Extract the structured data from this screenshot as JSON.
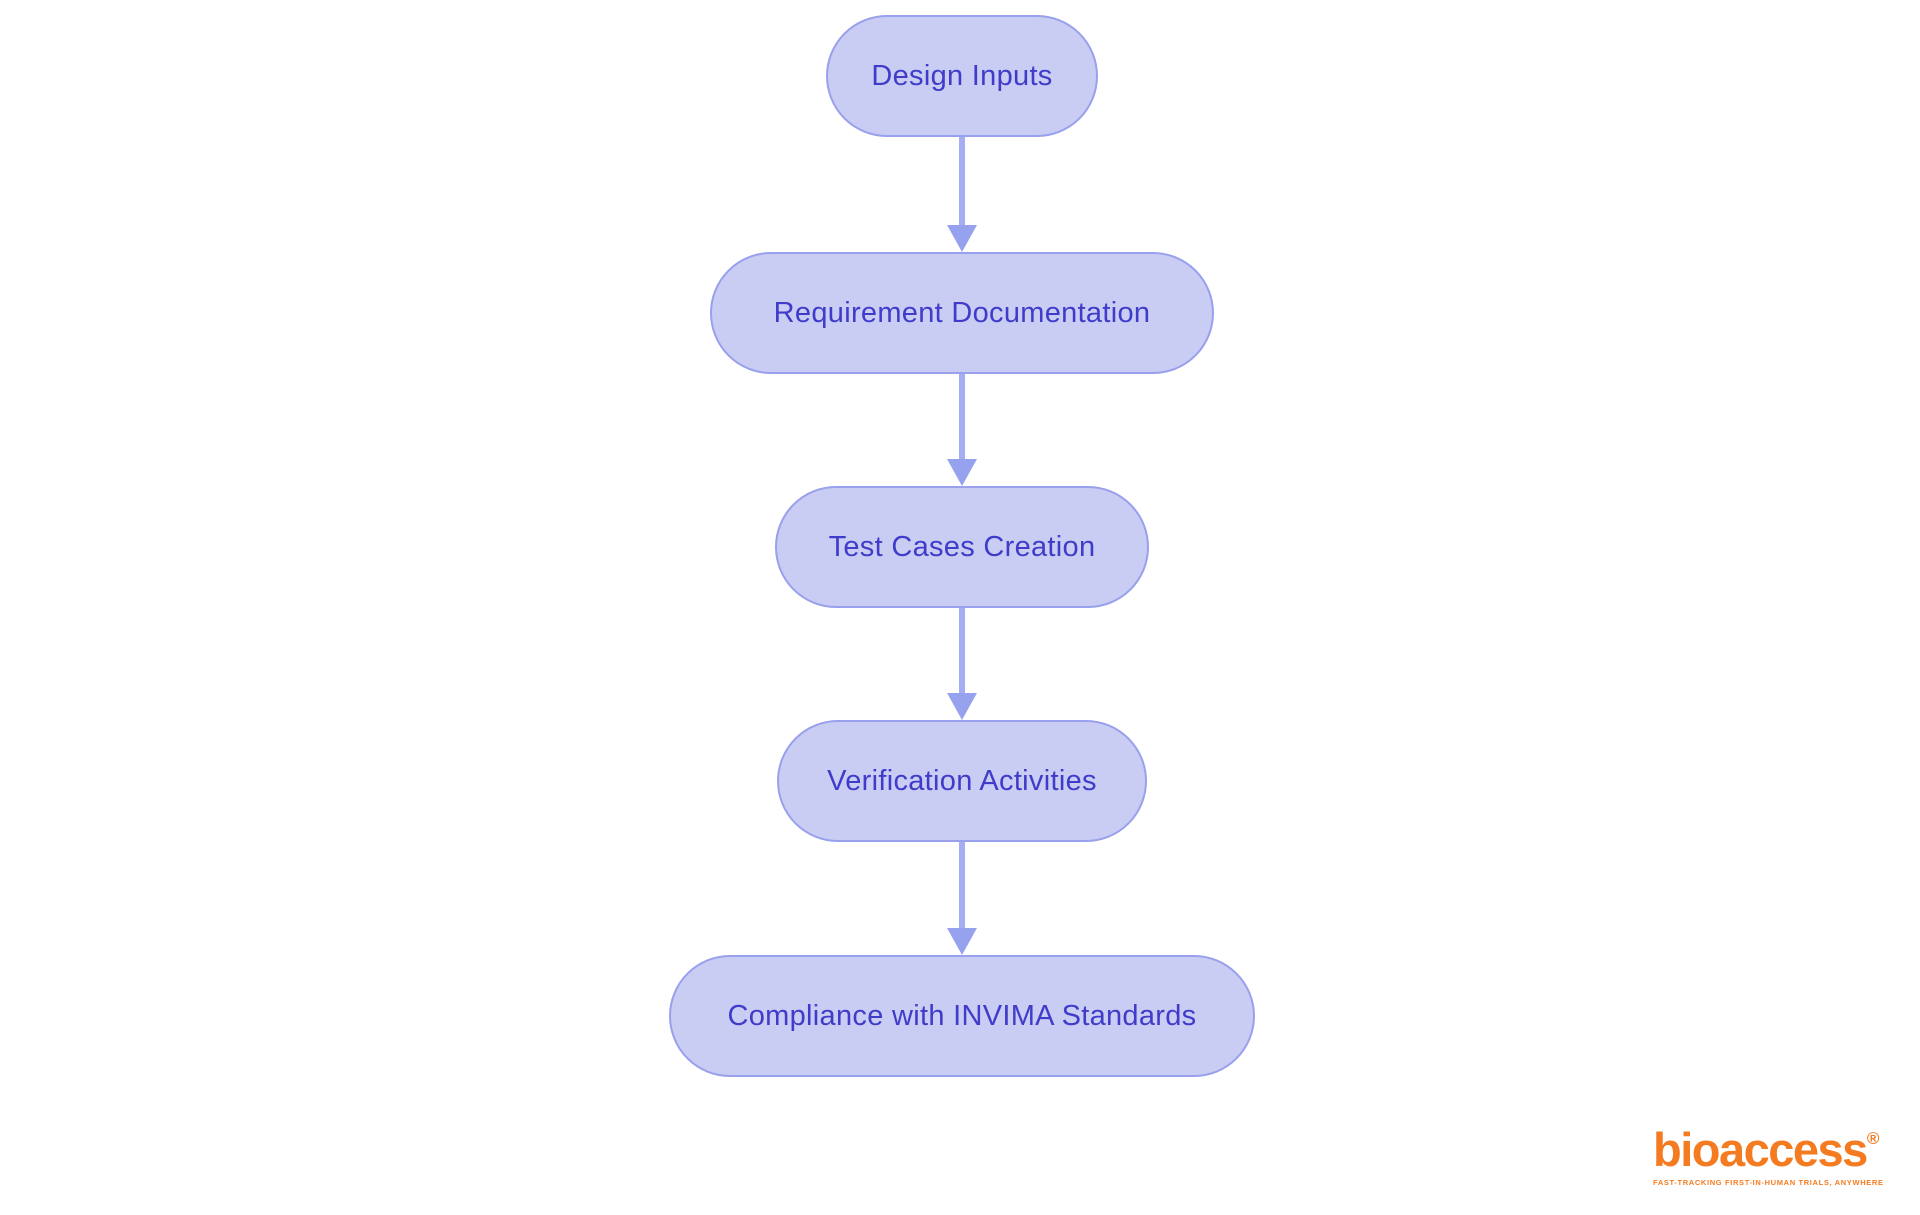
{
  "flow": {
    "direction": "top-to-bottom",
    "nodes": [
      {
        "id": 0,
        "label": "Design Inputs"
      },
      {
        "id": 1,
        "label": "Requirement Documentation"
      },
      {
        "id": 2,
        "label": "Test Cases Creation"
      },
      {
        "id": 3,
        "label": "Verification Activities"
      },
      {
        "id": 4,
        "label": "Compliance with INVIMA Standards"
      }
    ],
    "edges": [
      {
        "from": "Design Inputs",
        "to": "Requirement Documentation"
      },
      {
        "from": "Requirement Documentation",
        "to": "Test Cases Creation"
      },
      {
        "from": "Test Cases Creation",
        "to": "Verification Activities"
      },
      {
        "from": "Verification Activities",
        "to": "Compliance with INVIMA Standards"
      }
    ],
    "palette": {
      "background": "#ffffff",
      "node_fill": "#c9ccf3",
      "node_border": "#99a0ec",
      "node_text": "#3e3cc9",
      "arrow_line": "#a5aef2",
      "arrow_head": "#97a2ef"
    }
  },
  "logo": {
    "wordmark": "bioaccess",
    "registered_mark": "®",
    "tagline": "FAST-TRACKING FIRST-IN-HUMAN TRIALS, ANYWHERE",
    "color": "#f47b20"
  }
}
